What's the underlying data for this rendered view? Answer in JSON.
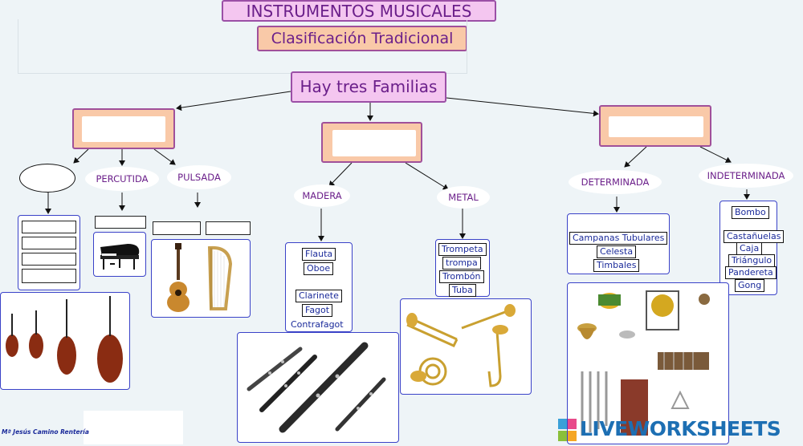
{
  "title": "INSTRUMENTOS MUSICALES",
  "subtitle": "Clasificación Tradicional",
  "families_header": "Hay tres Familias",
  "cuerda": {
    "sub_percutida": "PERCUTIDA",
    "sub_pulsada": "PULSADA"
  },
  "viento": {
    "sub_madera": "MADERA",
    "sub_metal": "METAL",
    "madera_items": [
      "Flauta",
      "Oboe",
      "Clarinete",
      "Fagot"
    ],
    "madera_plain": "Contrafagot",
    "metal_items": [
      "Trompeta",
      "trompa",
      "Trombón",
      "Tuba"
    ]
  },
  "percusion": {
    "sub_determinada": "DETERMINADA",
    "sub_indeterminada": "INDETERMINADA",
    "determinada_items": [
      "Campanas Tubulares",
      "Celesta",
      "Timbales"
    ],
    "indeterminada_items": [
      "Bombo",
      "Castañuelas",
      "Caja",
      "Triángulo",
      "Pandereta",
      "Gong"
    ]
  },
  "credit": "Mª Jesús Camino Rentería",
  "brand": "LIVEWORKSHEETS",
  "icons": {
    "violins": "violin-family-image",
    "piano": "grand-piano-image",
    "guitar_harp": "guitar-harp-image",
    "woodwinds": "woodwind-image",
    "brass": "brass-image",
    "percussion": "percussion-image"
  }
}
